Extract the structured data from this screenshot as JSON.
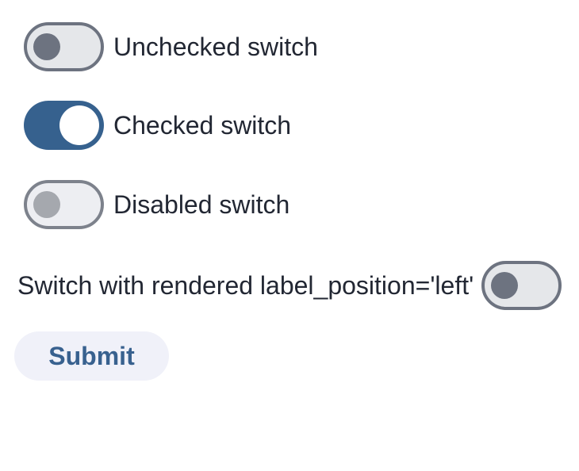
{
  "form": {
    "switches": [
      {
        "label": "Unchecked switch",
        "state": "unchecked",
        "label_position": "right"
      },
      {
        "label": "Checked switch",
        "state": "checked",
        "label_position": "right"
      },
      {
        "label": "Disabled switch",
        "state": "disabled",
        "label_position": "right"
      },
      {
        "label": "Switch with rendered label_position='left'",
        "state": "unchecked",
        "label_position": "left"
      }
    ],
    "submit_button": {
      "label": "Submit"
    }
  },
  "colors": {
    "page_background": "#ffffff",
    "checked_track": "#36618e",
    "unchecked_track": "#e5e7ea",
    "track_border": "#6d7380",
    "unchecked_knob": "#6d7380",
    "checked_knob": "#ffffff",
    "disabled_track": "#edeef2",
    "disabled_track_border": "#7d828c",
    "disabled_knob": "#a5a8ae",
    "label_text": "#222733",
    "submit_background": "#f0f1f9",
    "submit_text": "#38618f"
  }
}
